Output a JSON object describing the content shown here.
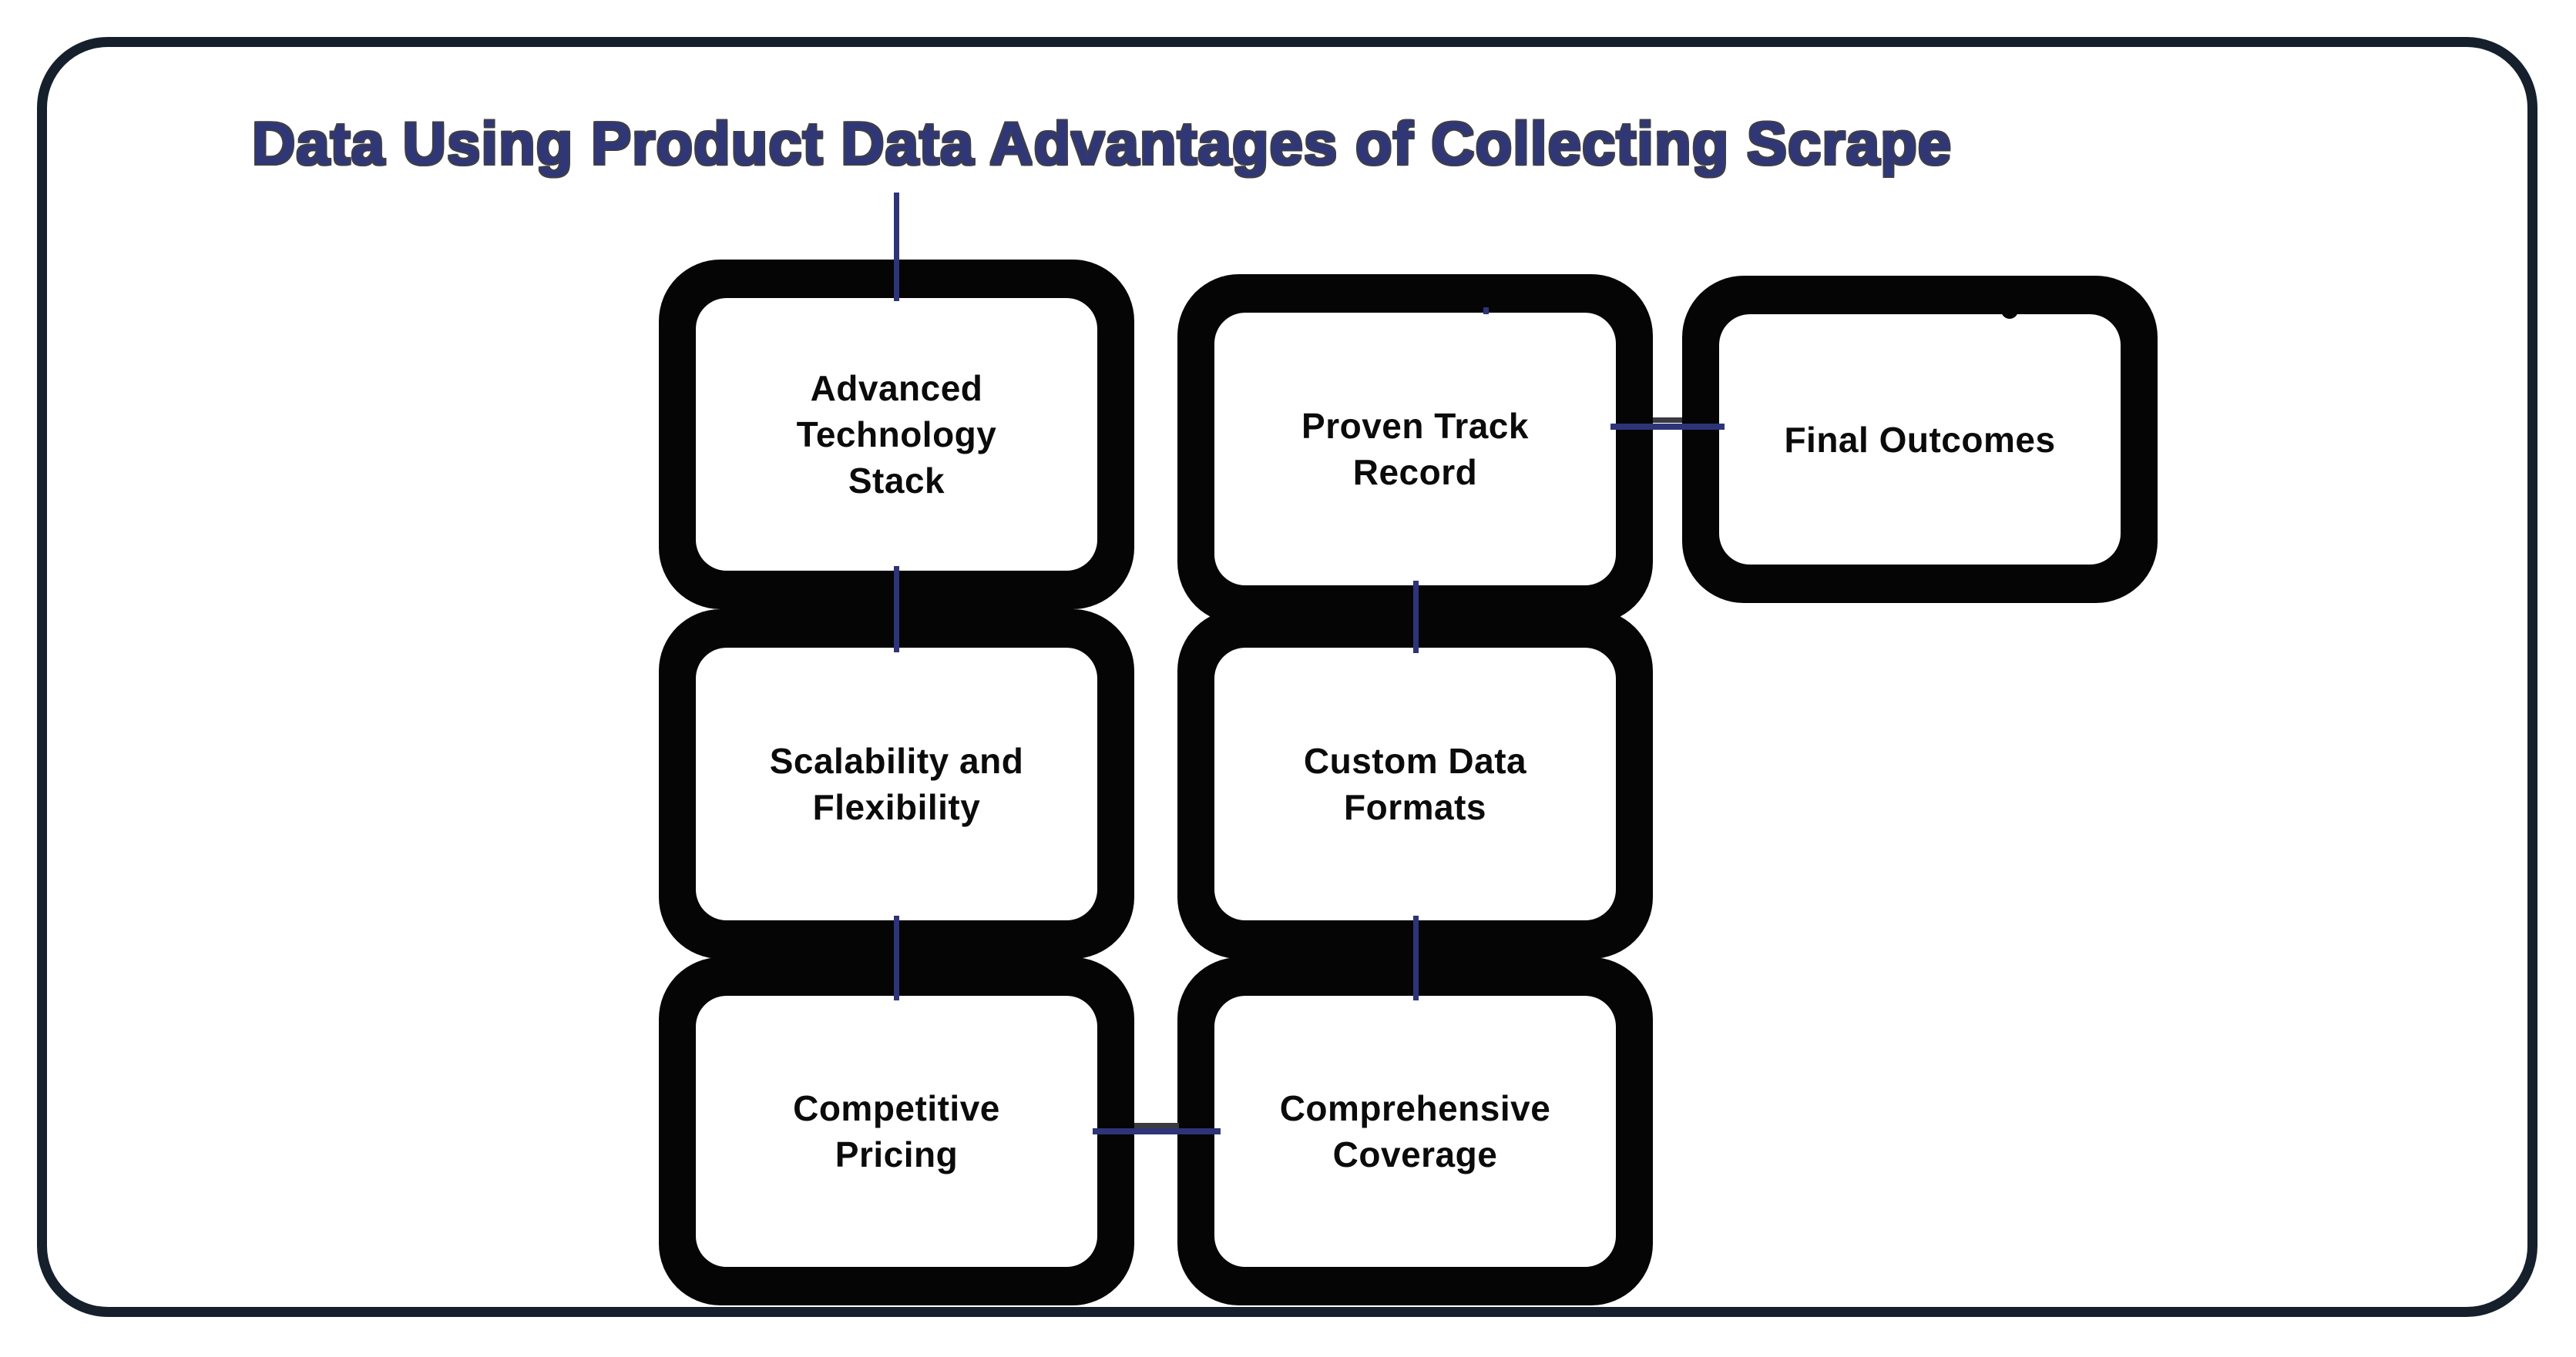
{
  "title": "Data Using Product Data Advantages of Collecting Scrape",
  "nodes": [
    {
      "id": "advanced-technology-stack",
      "label": "Advanced\nTechnology\nStack"
    },
    {
      "id": "proven-track-record",
      "label": "Proven Track\nRecord"
    },
    {
      "id": "final-outcomes",
      "label": "Final Outcomes"
    },
    {
      "id": "scalability-and-flexibility",
      "label": "Scalability and\nFlexibility"
    },
    {
      "id": "custom-data-formats",
      "label": "Custom Data\nFormats"
    },
    {
      "id": "competitive-pricing",
      "label": "Competitive\nPricing"
    },
    {
      "id": "comprehensive-coverage",
      "label": "Comprehensive\nCoverage"
    }
  ],
  "edges": [
    {
      "from": "title",
      "to": "advanced-technology-stack"
    },
    {
      "from": "advanced-technology-stack",
      "to": "scalability-and-flexibility"
    },
    {
      "from": "scalability-and-flexibility",
      "to": "competitive-pricing"
    },
    {
      "from": "proven-track-record",
      "to": "custom-data-formats"
    },
    {
      "from": "custom-data-formats",
      "to": "comprehensive-coverage"
    },
    {
      "from": "proven-track-record",
      "to": "final-outcomes"
    },
    {
      "from": "competitive-pricing",
      "to": "comprehensive-coverage"
    }
  ],
  "colors": {
    "accent": "#2d3478",
    "frame": "#16202c",
    "node": "#050505",
    "ink": "#0b0b0b",
    "title_fill": "#2f3778",
    "title_outline": "#3e3e49",
    "artifact": "#3a3a40"
  }
}
